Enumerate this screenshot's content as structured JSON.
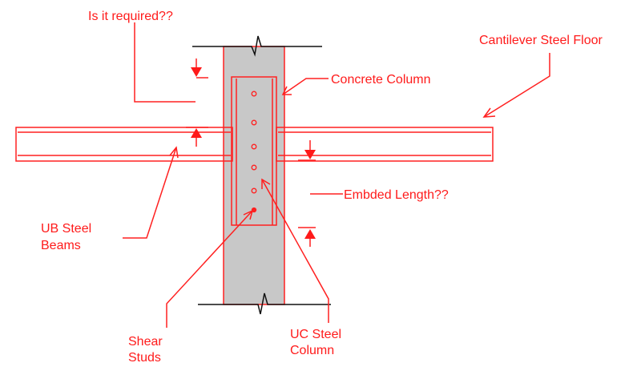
{
  "diagram": {
    "title": "Steel beam to concrete-encased column connection sketch",
    "colors": {
      "annotation": "#ff1a1a",
      "concrete": "#c8c8c8",
      "break_line": "#111111"
    },
    "labels": {
      "is_required": "Is it required??",
      "cantilever": "Cantilever Steel Floor",
      "concrete_column": "Concrete Column",
      "embedded_length": "Embded Length??",
      "ub_beams_line1": "UB Steel",
      "ub_beams_line2": "Beams",
      "shear_studs_line1": "Shear",
      "shear_studs_line2": "Studs",
      "uc_column_line1": "UC Steel",
      "uc_column_line2": "Column"
    },
    "shear_stud_count": 6
  }
}
